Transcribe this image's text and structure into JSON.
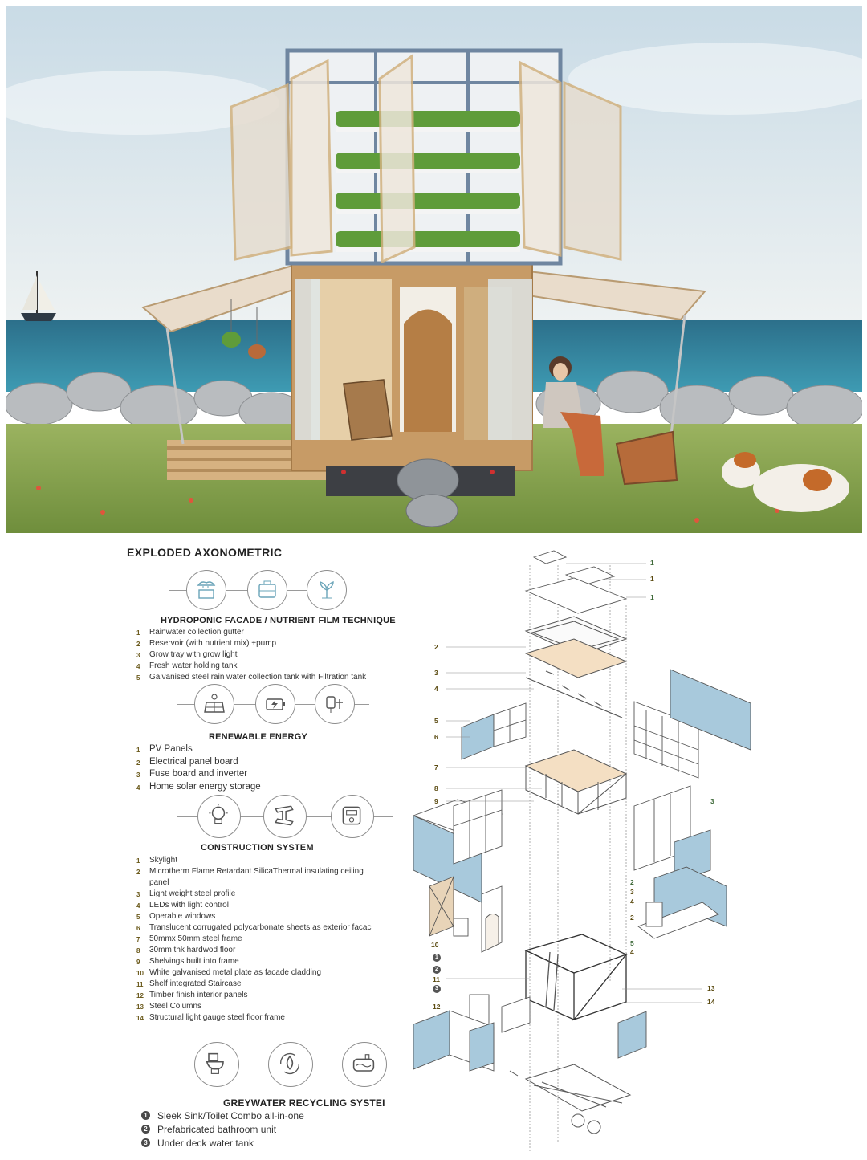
{
  "main_title": "EXPLODED AXONOMETRIC",
  "colors": {
    "sky": "#cfe0ea",
    "sea": "#2f7f9a",
    "grass": "#8aa650",
    "timber": "#d9b98c",
    "frame": "#7a8fa6",
    "plant": "#5f9c3a",
    "panel_blue": "#a8c9dc",
    "accent_num": "#6b5a1c"
  },
  "sections": {
    "hydroponic": {
      "title": "HYDROPONIC FACADE / NUTRIENT FILM TECHNIQUE",
      "icons": [
        "rain-tank-icon",
        "reservoir-icon",
        "plant-light-icon"
      ],
      "items": [
        {
          "n": "1",
          "text": "Rainwater collection gutter"
        },
        {
          "n": "2",
          "text": "Reservoir (with nutrient mix) +pump"
        },
        {
          "n": "3",
          "text": "Grow tray with grow light"
        },
        {
          "n": "4",
          "text": "Fresh water holding tank"
        },
        {
          "n": "5",
          "text": "Galvanised steel rain water collection tank with Filtration tank"
        }
      ]
    },
    "renewable": {
      "title": "RENEWABLE ENERGY",
      "icons": [
        "solar-panel-icon",
        "battery-icon",
        "plug-icon"
      ],
      "items": [
        {
          "n": "1",
          "text": "PV Panels"
        },
        {
          "n": "2",
          "text": "Electrical panel board"
        },
        {
          "n": "3",
          "text": "Fuse board and inverter"
        },
        {
          "n": "4",
          "text": "Home solar energy storage"
        }
      ]
    },
    "construction": {
      "title": "CONSTRUCTION SYSTEM",
      "icons": [
        "light-bulb-icon",
        "steel-beam-icon",
        "control-panel-icon"
      ],
      "items": [
        {
          "n": "1",
          "text": "Skylight"
        },
        {
          "n": "2",
          "text": "Microtherm Flame Retardant SilicaThermal insulating ceiling"
        },
        {
          "n": "",
          "text": "panel"
        },
        {
          "n": "3",
          "text": "Light weight steel profile"
        },
        {
          "n": "4",
          "text": "LEDs with light control"
        },
        {
          "n": "5",
          "text": "Operable windows"
        },
        {
          "n": "6",
          "text": "Translucent corrugated polycarbonate sheets as exterior facac"
        },
        {
          "n": "7",
          "text": "50mmx 50mm steel frame"
        },
        {
          "n": "8",
          "text": "30mm thk hardwod floor"
        },
        {
          "n": "9",
          "text": "Shelvings built into frame"
        },
        {
          "n": "10",
          "text": "White galvanised metal plate as facade cladding"
        },
        {
          "n": "11",
          "text": "Shelf integrated Staircase"
        },
        {
          "n": "12",
          "text": "Timber finish interior panels"
        },
        {
          "n": "13",
          "text": "Steel Columns"
        },
        {
          "n": "14",
          "text": "Structural light gauge steel floor frame"
        }
      ]
    },
    "greywater": {
      "title": "GREYWATER RECYCLING SYSTEI",
      "icons": [
        "toilet-icon",
        "recycle-water-icon",
        "water-tank-icon"
      ],
      "items": [
        {
          "n": "1",
          "text": "Sleek Sink/Toilet Combo all-in-one"
        },
        {
          "n": "2",
          "text": "Prefabricated bathroom unit"
        },
        {
          "n": "3",
          "text": "Under deck water tank"
        }
      ]
    }
  },
  "callouts": {
    "c_1a": "1",
    "c_1b": "1",
    "c_1c": "1",
    "c_2a": "2",
    "c_3a": "3",
    "c_4a": "4",
    "c_5a": "5",
    "c_6a": "6",
    "c_7a": "7",
    "c_8a": "8",
    "c_9a": "9",
    "c_3b": "3",
    "c_2b": "2",
    "c_3c": "3",
    "c_4b": "4",
    "c_2c": "2",
    "c_5b": "5",
    "c_4c": "4",
    "c_10": "10",
    "c_d1": "1",
    "c_d2": "2",
    "c_11": "11",
    "c_d3": "3",
    "c_12": "12",
    "c_13": "13",
    "c_14": "14"
  }
}
